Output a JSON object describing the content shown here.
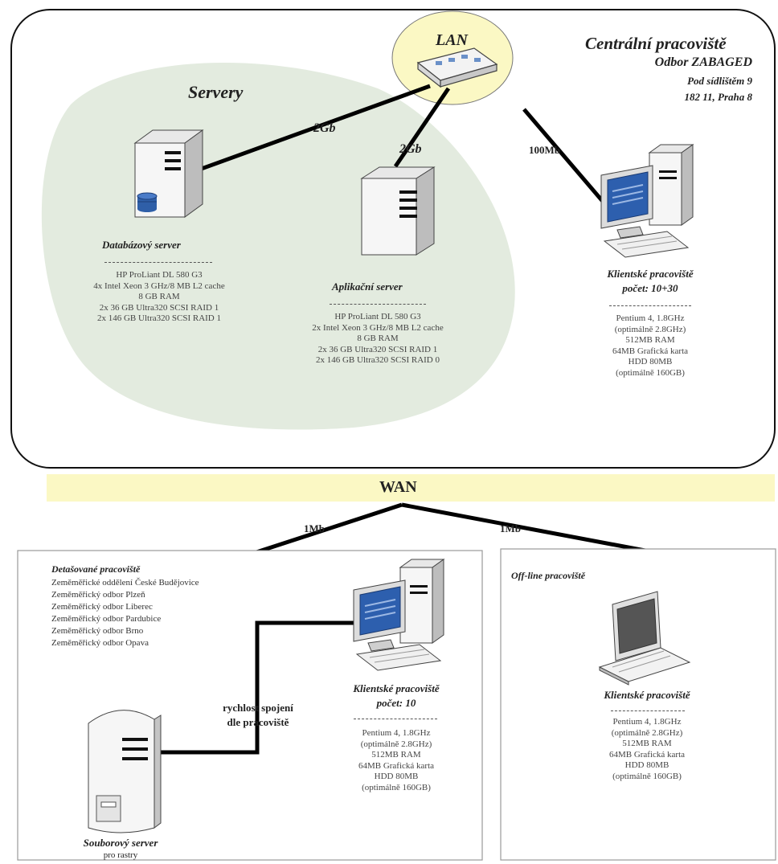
{
  "central": {
    "title": "Centrální pracoviště",
    "dept": "Odbor ZABAGED",
    "address1": "Pod sídlištěm 9",
    "address2": "182 11, Praha 8"
  },
  "lan_label": "LAN",
  "servers_label": "Servery",
  "links": {
    "db": "2Gb",
    "app": "2Gb",
    "client": "100Mb",
    "wan_left": "1Mb",
    "wan_right": "1Mb"
  },
  "db_server": {
    "title": "Databázový server",
    "specs": [
      "HP ProLiant DL 580 G3",
      "4x Intel Xeon 3 GHz/8 MB L2 cache",
      "8 GB RAM",
      "2x 36 GB Ultra320 SCSI RAID 1",
      "2x 146 GB Ultra320 SCSI RAID 1"
    ]
  },
  "app_server": {
    "title": "Aplikační server",
    "specs": [
      "HP ProLiant DL 580 G3",
      "2x Intel Xeon 3 GHz/8 MB L2 cache",
      "8 GB RAM",
      "2x 36 GB Ultra320 SCSI RAID 1",
      "2x 146 GB Ultra320 SCSI RAID 0"
    ]
  },
  "central_client": {
    "title1": "Klientské pracoviště",
    "title2": "počet: 10+30",
    "specs": [
      "Pentium 4, 1.8GHz",
      "(optimálně 2.8GHz)",
      "512MB RAM",
      "64MB Grafická karta",
      "HDD 80MB",
      "(optimálně 160GB)"
    ]
  },
  "wan_label": "WAN",
  "detached": {
    "title": "Detašované pracoviště",
    "items": [
      "Zeměměřické oddělení České Budějovice",
      "Zeměměřický odbor Plzeň",
      "Zeměměřický odbor Liberec",
      "Zeměměřický odbor Pardubice",
      "Zeměměřický odbor Brno",
      "Zeměměřický odbor Opava"
    ],
    "speed1": "rychlost spojení",
    "speed2": "dle pracoviště",
    "client_title1": "Klientské pracoviště",
    "client_title2": "počet: 10",
    "client_specs": [
      "Pentium 4, 1.8GHz",
      "(optimálně 2.8GHz)",
      "512MB RAM",
      "64MB Grafická karta",
      "HDD 80MB",
      "(optimálně 160GB)"
    ],
    "file_server_title": "Souborový server",
    "file_server_sub": "pro rastry"
  },
  "offline": {
    "title": "Off-line pracoviště",
    "client_title": "Klientské pracoviště",
    "specs": [
      "Pentium 4, 1.8GHz",
      "(optimálně 2.8GHz)",
      "512MB RAM",
      "64MB Grafická karta",
      "HDD 80MB",
      "(optimálně 160GB)"
    ]
  },
  "colors": {
    "lan_fill": "#fbf8c4",
    "servers_fill": "#e3ebdf",
    "wan_fill": "#fbf8c4",
    "screen": "#2d5fae",
    "disk": "#2f5fa8"
  }
}
